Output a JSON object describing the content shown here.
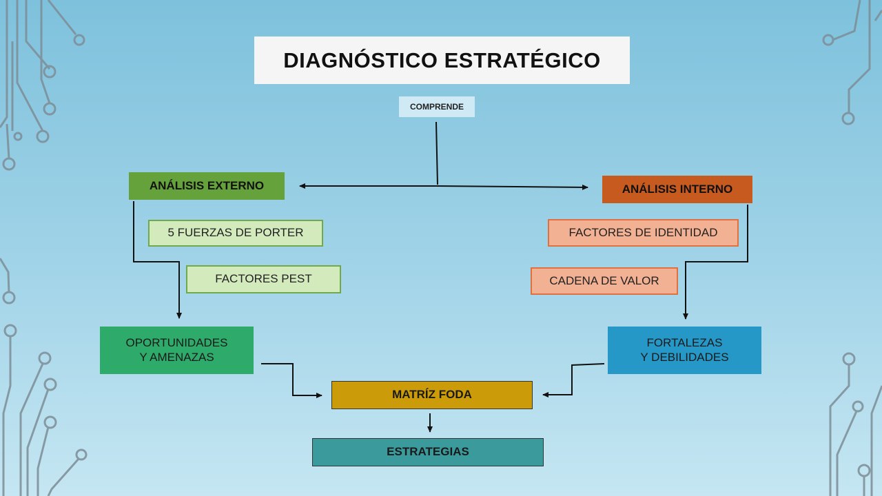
{
  "title": "DIAGNÓSTICO ESTRATÉGICO",
  "comprende": "COMPRENDE",
  "externo": {
    "label": "ANÁLISIS EXTERNO",
    "factors": [
      "5   FUERZAS DE PORTER",
      "FACTORES PEST"
    ],
    "result": "OPORTUNIDADES\nY AMENAZAS"
  },
  "interno": {
    "label": "ANÁLISIS INTERNO",
    "factors": [
      "FACTORES DE IDENTIDAD",
      "CADENA DE VALOR"
    ],
    "result": "FORTALEZAS\nY DEBILIDADES"
  },
  "matriz": "MATRÍZ FODA",
  "estrategias": "ESTRATEGIAS",
  "colors": {
    "externo": "#66a23c",
    "interno": "#c75a1e",
    "oportunidades": "#2eaa6a",
    "fortalezas": "#2598c8",
    "matriz": "#cc9b0a",
    "estrategias": "#3a9a9c"
  }
}
